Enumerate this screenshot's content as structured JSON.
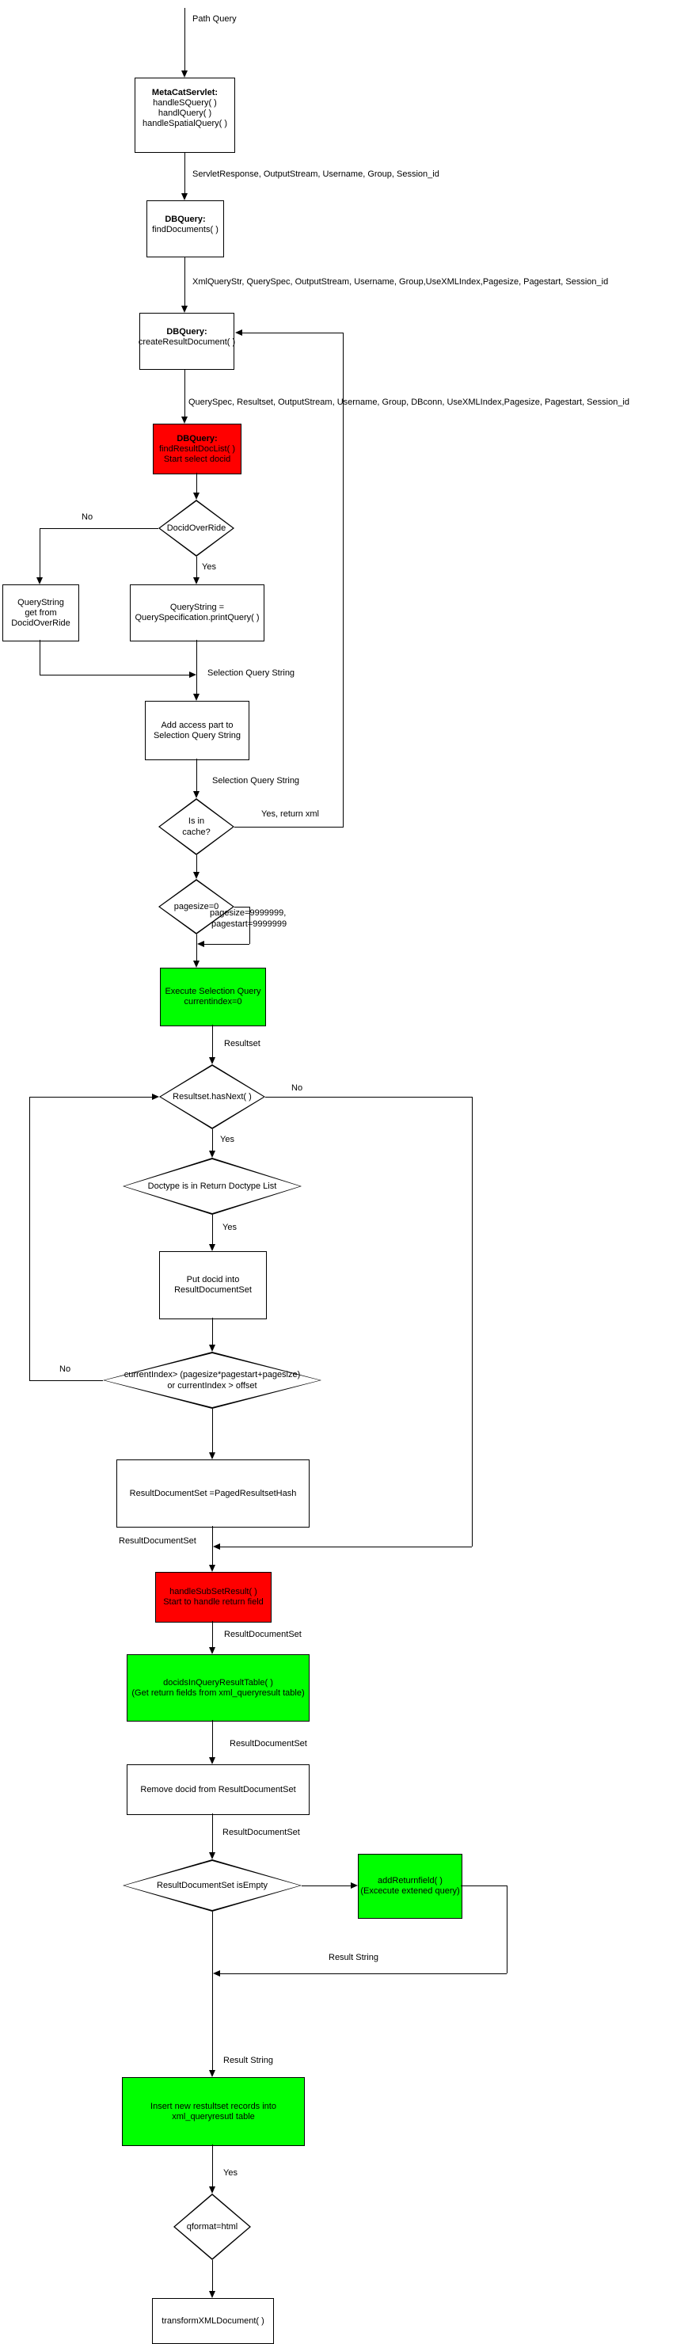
{
  "diagram": {
    "colors": {
      "process_red": "#ff0000",
      "process_green": "#00ff00",
      "line": "#000000",
      "box_bg": "#ffffff"
    },
    "nodes": {
      "metacat": {
        "title": "MetaCatServlet:",
        "l0": "handleSQuery( )",
        "l1": "handlQuery( )",
        "l2": "handleSpatialQuery( )"
      },
      "find_documents": {
        "title": "DBQuery:",
        "l0": "findDocuments( )"
      },
      "create_result_doc": {
        "title": "DBQuery:",
        "l0": "createResultDocument( )"
      },
      "find_result_doclist": {
        "title": "DBQuery:",
        "l0": "findResultDocList( )",
        "l1": "Start select docid"
      },
      "docid_override": {
        "text": "DocidOverRide"
      },
      "qs_from_override": {
        "l0": "QueryString",
        "l1": "get from",
        "l2": "DocidOverRide"
      },
      "qs_print": {
        "l0": "QueryString =",
        "l1": "QuerySpecification.printQuery( )"
      },
      "add_access": {
        "l0": "Add access part to",
        "l1": "Selection Query String"
      },
      "is_in_cache": {
        "l0": "Is in",
        "l1": "cache?"
      },
      "pagesize_zero": {
        "text": "pagesize=0"
      },
      "execute_selection": {
        "l0": "Execute Selection Query",
        "l1": "currentindex=0"
      },
      "resultset_hasnext": {
        "text": "Resultset.hasNext( )"
      },
      "doctype_in_list": {
        "text": "Doctype is in Return Doctype List"
      },
      "put_docid": {
        "l0": "Put docid into",
        "l1": "ResultDocumentSet"
      },
      "currentindex_check": {
        "l0": "currentIndex> (pagesize*pagestart+pagesize)",
        "l1": "or currentIndex > offset"
      },
      "paged_resultset": {
        "text": "ResultDocumentSet =PagedResultsetHash"
      },
      "handle_subset": {
        "l0": "handleSubSetResult( )",
        "l1": "Start to handle return field"
      },
      "docids_in_table": {
        "l0": "docidsInQueryResultTable( )",
        "l1": "(Get return fields from xml_queryresult table)"
      },
      "remove_docid": {
        "text": "Remove docid from ResultDocumentSet"
      },
      "isempty_check": {
        "text": "ResultDocumentSet isEmpty"
      },
      "add_returnfield": {
        "l0": "addReturnfield( )",
        "l1": "(Excecute extened query)"
      },
      "insert_resultset": {
        "l0": "Insert new restultset records into",
        "l1": "xml_queryresutl table"
      },
      "qformat_html": {
        "text": "qformat=html"
      },
      "transform_xml": {
        "text": "transformXMLDocument( )"
      }
    },
    "edge_labels": {
      "path_query": "Path Query",
      "servlet_params": "ServletResponse, OutputStream, Username, Group, Session_id",
      "xmlquery_params": "XmlQueryStr, QuerySpec, OutputStream, Username, Group,UseXMLIndex,Pagesize, Pagestart, Session_id",
      "queryspec_params": "QuerySpec, Resultset, OutputStream, Username, Group, DBconn, UseXMLIndex,Pagesize, Pagestart, Session_id",
      "no_override": "No",
      "yes_override": "Yes",
      "selection_query_string_1": "Selection Query String",
      "selection_query_string_2": "Selection Query String",
      "yes_return_xml": "Yes, return xml",
      "pagesize_set_line1": "pagesize=9999999,",
      "pagesize_set_line2": "pagestart=9999999",
      "resultset": "Resultset",
      "no_hasnext": "No",
      "yes_hasnext": "Yes",
      "yes_doctype": "Yes",
      "no_currentindex": "No",
      "rds_1": "ResultDocumentSet",
      "rds_2": "ResultDocumentSet",
      "rds_3": "ResultDocumentSet",
      "rds_4": "ResultDocumentSet",
      "result_string_1": "Result String",
      "result_string_2": "Result String",
      "yes_insert": "Yes"
    }
  }
}
